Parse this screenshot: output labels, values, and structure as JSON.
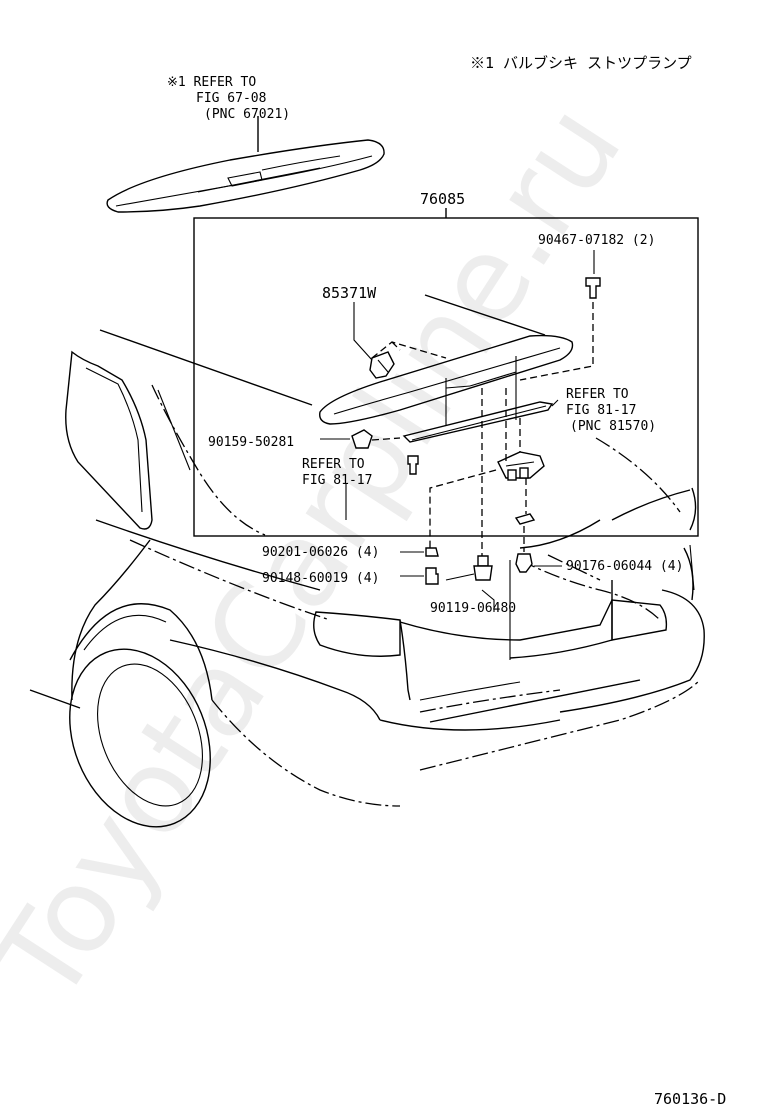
{
  "header_note": "※1 バルブシキ ストツプランプ",
  "refer_top": [
    "※1 REFER TO",
    "FIG 67-08",
    "(PNC 67021)"
  ],
  "assembly_number": "76085",
  "parts": {
    "bolt_top": "90467-07182 (2)",
    "spoiler": "85371W",
    "clip_left": "90159-50281",
    "nut": "90201-06026 (4)",
    "washer_bolt": "90148-60019 (4)",
    "screw": "90119-06480",
    "grommet": "90176-06044 (4)"
  },
  "refer_left": [
    "REFER TO",
    "FIG 81-17"
  ],
  "refer_right": [
    "REFER TO",
    "FIG 81-17",
    "(PNC 81570)"
  ],
  "watermark": "ToyotaCarpline.ru",
  "figure_code": "760136-D"
}
